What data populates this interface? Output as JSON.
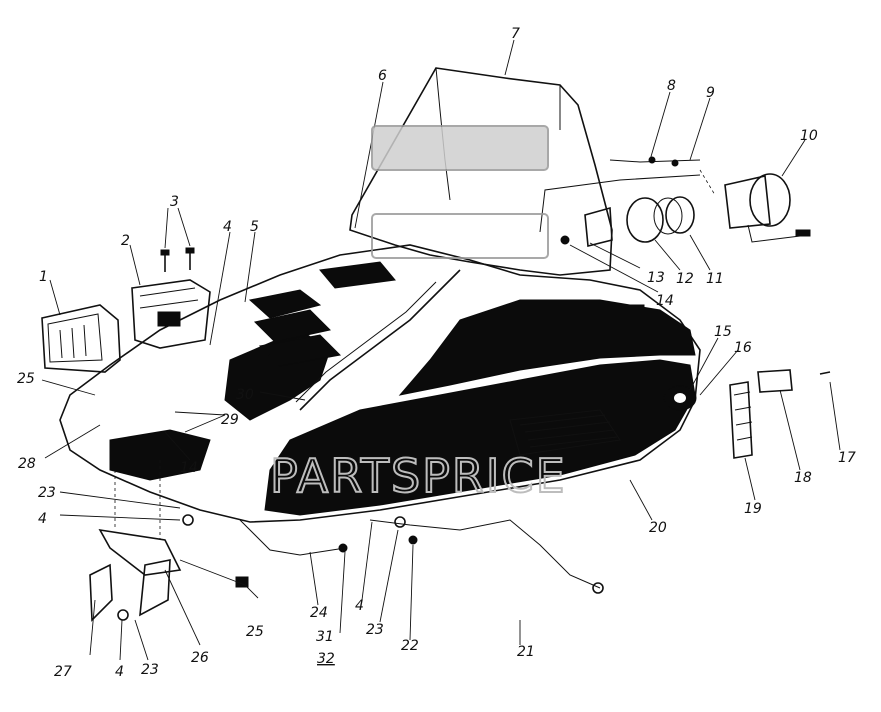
{
  "diagram": {
    "callouts": [
      {
        "id": "c1",
        "text": "1"
      },
      {
        "id": "c2",
        "text": "2"
      },
      {
        "id": "c3",
        "text": "3"
      },
      {
        "id": "c4a",
        "text": "4"
      },
      {
        "id": "c5",
        "text": "5"
      },
      {
        "id": "c6",
        "text": "6"
      },
      {
        "id": "c7",
        "text": "7"
      },
      {
        "id": "c8",
        "text": "8"
      },
      {
        "id": "c9",
        "text": "9"
      },
      {
        "id": "c10",
        "text": "10"
      },
      {
        "id": "c11",
        "text": "11"
      },
      {
        "id": "c12",
        "text": "12"
      },
      {
        "id": "c13",
        "text": "13"
      },
      {
        "id": "c14a",
        "text": "14"
      },
      {
        "id": "c15",
        "text": "15"
      },
      {
        "id": "c16",
        "text": "16"
      },
      {
        "id": "c17",
        "text": "17"
      },
      {
        "id": "c18",
        "text": "18"
      },
      {
        "id": "c19",
        "text": "19"
      },
      {
        "id": "c20",
        "text": "20"
      },
      {
        "id": "c21",
        "text": "21"
      },
      {
        "id": "c22",
        "text": "22"
      },
      {
        "id": "c23a",
        "text": "23"
      },
      {
        "id": "c24",
        "text": "24"
      },
      {
        "id": "c25a",
        "text": "25"
      },
      {
        "id": "c26",
        "text": "26"
      },
      {
        "id": "c27",
        "text": "27"
      },
      {
        "id": "c28",
        "text": "28"
      },
      {
        "id": "c29",
        "text": "29"
      },
      {
        "id": "c30",
        "text": "30"
      },
      {
        "id": "c31",
        "text": "31"
      },
      {
        "id": "c32",
        "text": "32"
      },
      {
        "id": "c25b",
        "text": "25"
      },
      {
        "id": "c23b",
        "text": "23"
      },
      {
        "id": "c4b",
        "text": "4"
      },
      {
        "id": "c14b",
        "text": "14"
      },
      {
        "id": "c4c",
        "text": "4"
      },
      {
        "id": "c23c",
        "text": "23"
      },
      {
        "id": "c4d",
        "text": "4"
      }
    ],
    "watermark": {
      "text": "PARTSPRICE"
    }
  }
}
